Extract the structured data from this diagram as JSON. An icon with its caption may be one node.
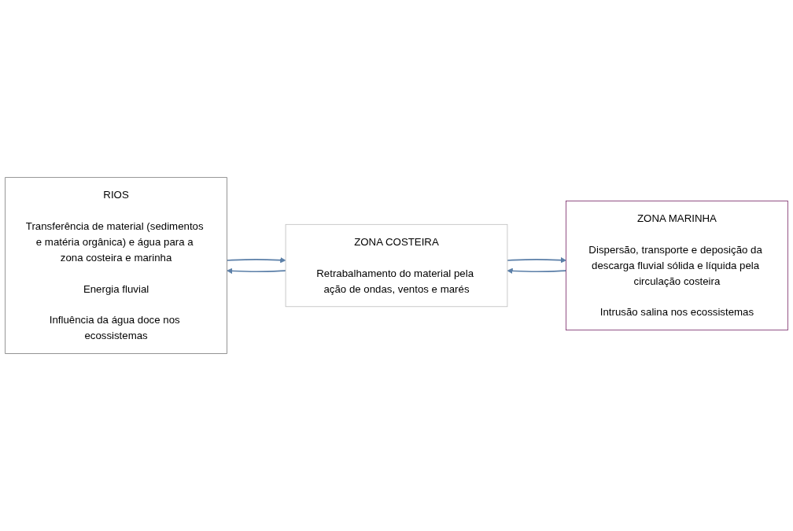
{
  "diagram": {
    "nodes": [
      {
        "text": [
          "RIOS",
          "Transferência de material (sedimentos e matéria orgânica) e água para a zona costeira e marinha",
          "Energia fluvial",
          "Influência da água doce nos ecossistemas"
        ]
      },
      {
        "text": [
          "ZONA COSTEIRA",
          "Retrabalhamento do material pela ação de ondas, ventos e marés"
        ]
      },
      {
        "text": [
          "ZONA MARINHA",
          "Dispersão, transporte e deposição da descarga fluvial sólida e líquida pela circulação costeira",
          "Intrusão salina nos ecossistemas"
        ]
      }
    ],
    "edges": [
      {
        "from": 0,
        "to": 1,
        "arrow": "to"
      },
      {
        "from": 1,
        "to": 0,
        "arrow": "to"
      },
      {
        "from": 1,
        "to": 2,
        "arrow": "to"
      },
      {
        "from": 2,
        "to": 1,
        "arrow": "to"
      }
    ]
  }
}
